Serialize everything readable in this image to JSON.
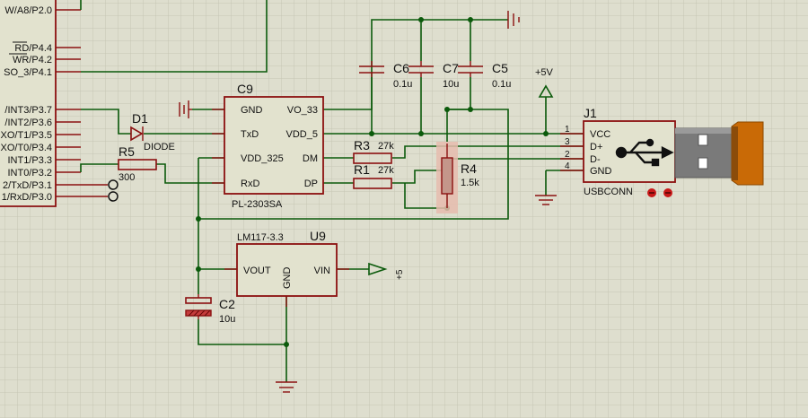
{
  "colors": {
    "background": "#dedece",
    "grid": "#c6c6b4",
    "wire": "#0b5a0b",
    "component": "#8b1010",
    "body_fill": "#e2e2ce"
  },
  "mcu_pins": [
    "W/A8/P2.0",
    "RD/P4.4",
    "WR/P4.2",
    "SO_3/P4.1",
    "/INT3/P3.7",
    "/INT2/P3.6",
    "XO/T1/P3.5",
    "XO/T0/P3.4",
    "INT1/P3.3",
    "INT0/P3.2",
    "2/TxD/P3.1",
    "1/RxD/P3.0"
  ],
  "d1": {
    "ref": "D1",
    "value": "DIODE"
  },
  "r5": {
    "ref": "R5",
    "value": "300"
  },
  "c9": {
    "ref": "C9",
    "part": "PL-2303SA",
    "pins": {
      "gnd": "GND",
      "txd": "TxD",
      "vdd325": "VDD_325",
      "rxd": "RxD",
      "vo33": "VO_33",
      "vdd5": "VDD_5",
      "dm": "DM",
      "dp": "DP"
    }
  },
  "r3": {
    "ref": "R3",
    "value": "27k"
  },
  "r1": {
    "ref": "R1",
    "value": "27k"
  },
  "r4": {
    "ref": "R4",
    "value": "1.5k"
  },
  "c6": {
    "ref": "C6",
    "value": "0.1u"
  },
  "c7": {
    "ref": "C7",
    "value": "10u"
  },
  "c5": {
    "ref": "C5",
    "value": "0.1u"
  },
  "plus5v": "+5V",
  "j1": {
    "ref": "J1",
    "part": "USBCONN",
    "pins": [
      "VCC",
      "D+",
      "D-",
      "GND"
    ],
    "pin_numbers": [
      "1",
      "3",
      "2",
      "4"
    ]
  },
  "u9": {
    "ref": "U9",
    "part": "LM117-3.3",
    "pins": {
      "vout": "VOUT",
      "gnd": "GND",
      "vin": "VIN"
    }
  },
  "plus5": "+5",
  "c2": {
    "ref": "C2",
    "value": "10u"
  }
}
